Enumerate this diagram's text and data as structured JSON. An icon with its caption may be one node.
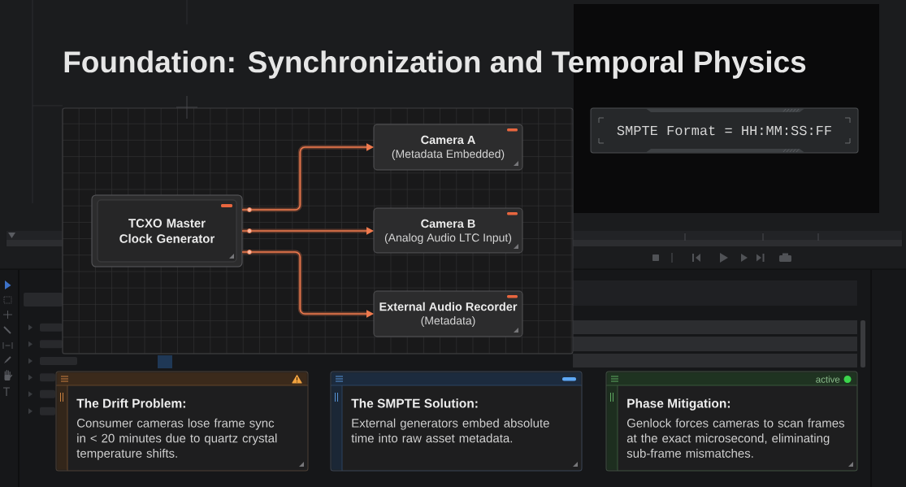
{
  "diagram": {
    "title": "Foundation: Synchronization and Temporal Physics",
    "nodes": [
      {
        "text": [
          "TCXO Master Clock Generator"
        ]
      },
      {
        "text": [
          "Camera A",
          "(Metadata Embedded)"
        ]
      },
      {
        "text": [
          "Camera B",
          "(Analog Audio LTC Input)"
        ]
      },
      {
        "text": [
          "External Audio Recorder",
          "(Metadata)"
        ]
      },
      {
        "text": [
          "SMPTE Format = HH:MM:SS:FF"
        ]
      },
      {
        "text": [
          "The Drift Problem:",
          "Consumer cameras lose frame sync in < 20 minutes due to quartz crystal temperature shifts."
        ]
      },
      {
        "text": [
          "The SMPTE Solution:",
          "External generators embed absolute time into raw asset metadata."
        ]
      },
      {
        "text": [
          "active",
          "Phase Mitigation:",
          "Genlock forces cameras to scan frames at the exact microsecond, eliminating sub-frame mismatches."
        ]
      }
    ],
    "edges": [
      {
        "from": 0,
        "to": 1,
        "arrow": "to"
      },
      {
        "from": 0,
        "to": 2,
        "arrow": "to"
      },
      {
        "from": 0,
        "to": 3,
        "arrow": "to"
      }
    ]
  }
}
